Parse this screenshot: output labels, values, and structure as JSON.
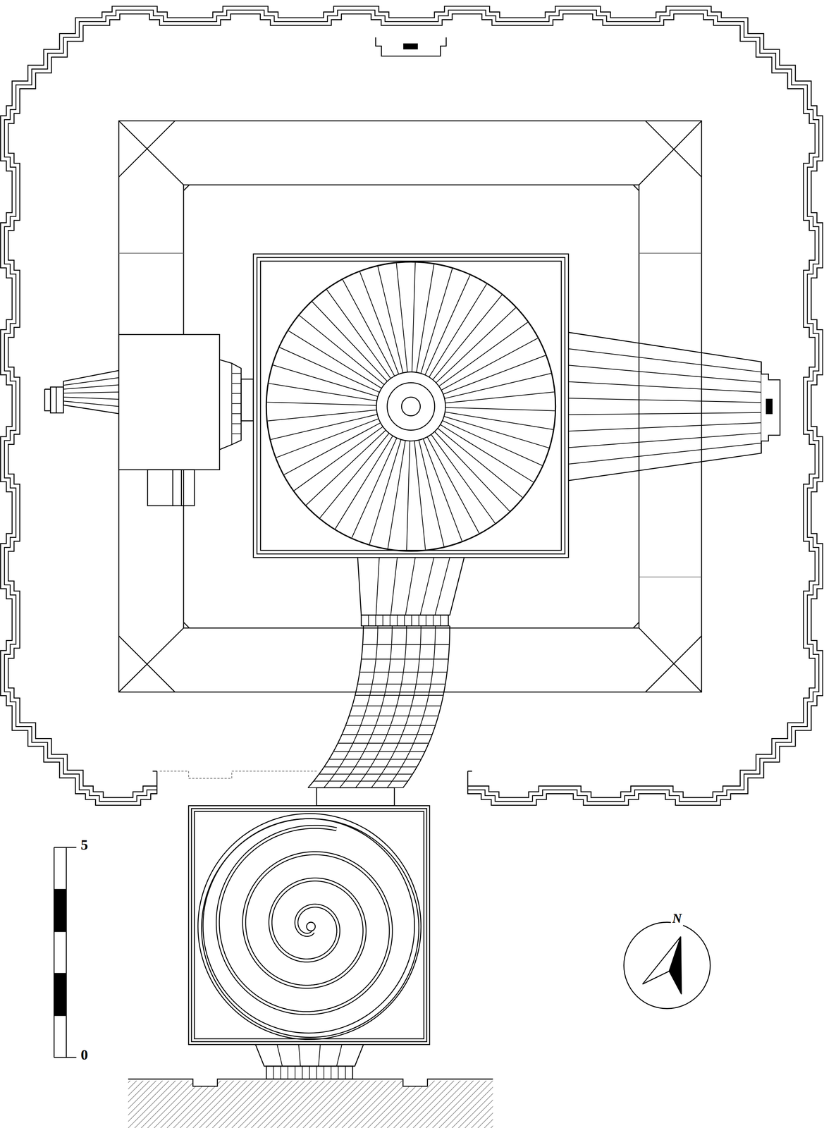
{
  "diagram": {
    "labels": [
      "5",
      "0",
      "N"
    ]
  }
}
